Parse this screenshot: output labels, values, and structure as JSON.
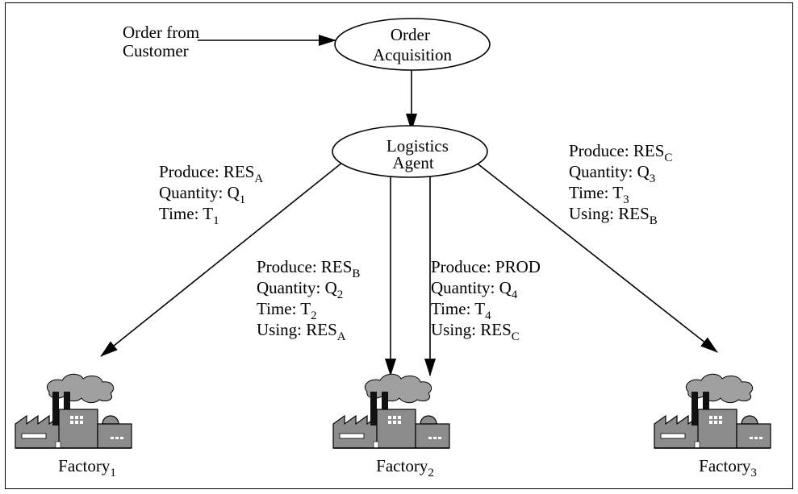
{
  "order_source": {
    "line1": "Order from",
    "line2": "Customer"
  },
  "order_acquisition": {
    "line1": "Order",
    "line2": "Acquisition"
  },
  "logistics_agent": {
    "line1": "Logistics",
    "line2": "Agent"
  },
  "messages": {
    "factory1": {
      "produce_label": "Produce: ",
      "produce_base": "RES",
      "produce_sub": "A",
      "quantity_label": "Quantity: ",
      "quantity_base": "Q",
      "quantity_sub": "1",
      "time_label": "Time: ",
      "time_base": "T",
      "time_sub": "1"
    },
    "factory2_first": {
      "produce_label": "Produce: ",
      "produce_base": "RES",
      "produce_sub": "B",
      "quantity_label": "Quantity: ",
      "quantity_base": "Q",
      "quantity_sub": "2",
      "time_label": "Time: ",
      "time_base": "T",
      "time_sub": "2",
      "using_label": "Using: ",
      "using_base": "RES",
      "using_sub": "A"
    },
    "factory2_second": {
      "produce_label": "Produce: ",
      "produce_value": "PROD",
      "quantity_label": "Quantity: ",
      "quantity_base": "Q",
      "quantity_sub": "4",
      "time_label": "Time: ",
      "time_base": "T",
      "time_sub": "4",
      "using_label": "Using: ",
      "using_base": "RES",
      "using_sub": "C"
    },
    "factory3": {
      "produce_label": "Produce: ",
      "produce_base": "RES",
      "produce_sub": "C",
      "quantity_label": "Quantity: ",
      "quantity_base": "Q",
      "quantity_sub": "3",
      "time_label": "Time: ",
      "time_base": "T",
      "time_sub": "3",
      "using_label": "Using: ",
      "using_base": "RES",
      "using_sub": "B"
    }
  },
  "factories": [
    {
      "base": "Factory",
      "sub": "1"
    },
    {
      "base": "Factory",
      "sub": "2"
    },
    {
      "base": "Factory",
      "sub": "3"
    }
  ],
  "colors": {
    "factory_body": "#8c8c8c",
    "smoke": "#a0a0a0",
    "line": "#000000"
  }
}
